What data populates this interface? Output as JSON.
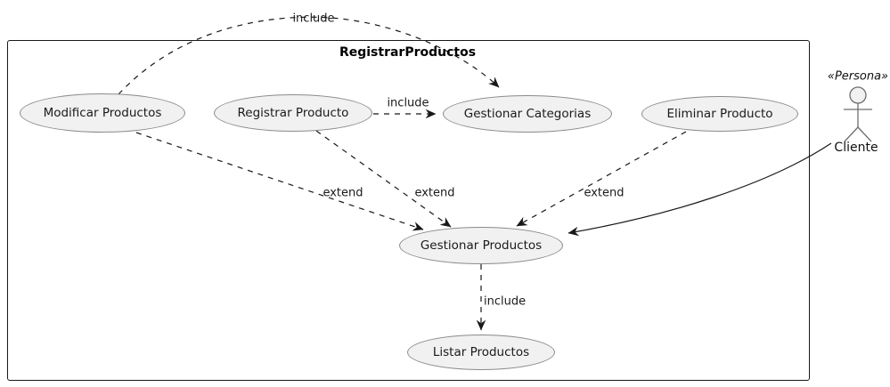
{
  "diagram": {
    "title": "RegistrarProductos",
    "actor": {
      "stereotype": "«Persona»",
      "name": "Cliente"
    },
    "usecases": [
      {
        "id": "modificar-productos",
        "label": "Modificar Productos"
      },
      {
        "id": "registrar-producto",
        "label": "Registrar Producto"
      },
      {
        "id": "gestionar-categorias",
        "label": "Gestionar Categorias"
      },
      {
        "id": "eliminar-producto",
        "label": "Eliminar Producto"
      },
      {
        "id": "gestionar-productos",
        "label": "Gestionar Productos"
      },
      {
        "id": "listar-productos",
        "label": "Listar Productos"
      }
    ],
    "edges": [
      {
        "from": "Modificar Productos",
        "to": "Gestionar Categorias",
        "label": "include",
        "style": "dashed"
      },
      {
        "from": "Registrar Producto",
        "to": "Gestionar Categorias",
        "label": "include",
        "style": "dashed"
      },
      {
        "from": "Modificar Productos",
        "to": "Gestionar Productos",
        "label": "extend",
        "style": "dashed"
      },
      {
        "from": "Registrar Producto",
        "to": "Gestionar Productos",
        "label": "extend",
        "style": "dashed"
      },
      {
        "from": "Eliminar Producto",
        "to": "Gestionar Productos",
        "label": "extend",
        "style": "dashed"
      },
      {
        "from": "Cliente",
        "to": "Gestionar Productos",
        "label": "",
        "style": "solid"
      },
      {
        "from": "Gestionar Productos",
        "to": "Listar Productos",
        "label": "include",
        "style": "dashed"
      }
    ],
    "colors": {
      "node_fill": "#f1f1f1",
      "node_stroke": "#8a8a8a",
      "line": "#181818",
      "background": "#ffffff"
    }
  }
}
